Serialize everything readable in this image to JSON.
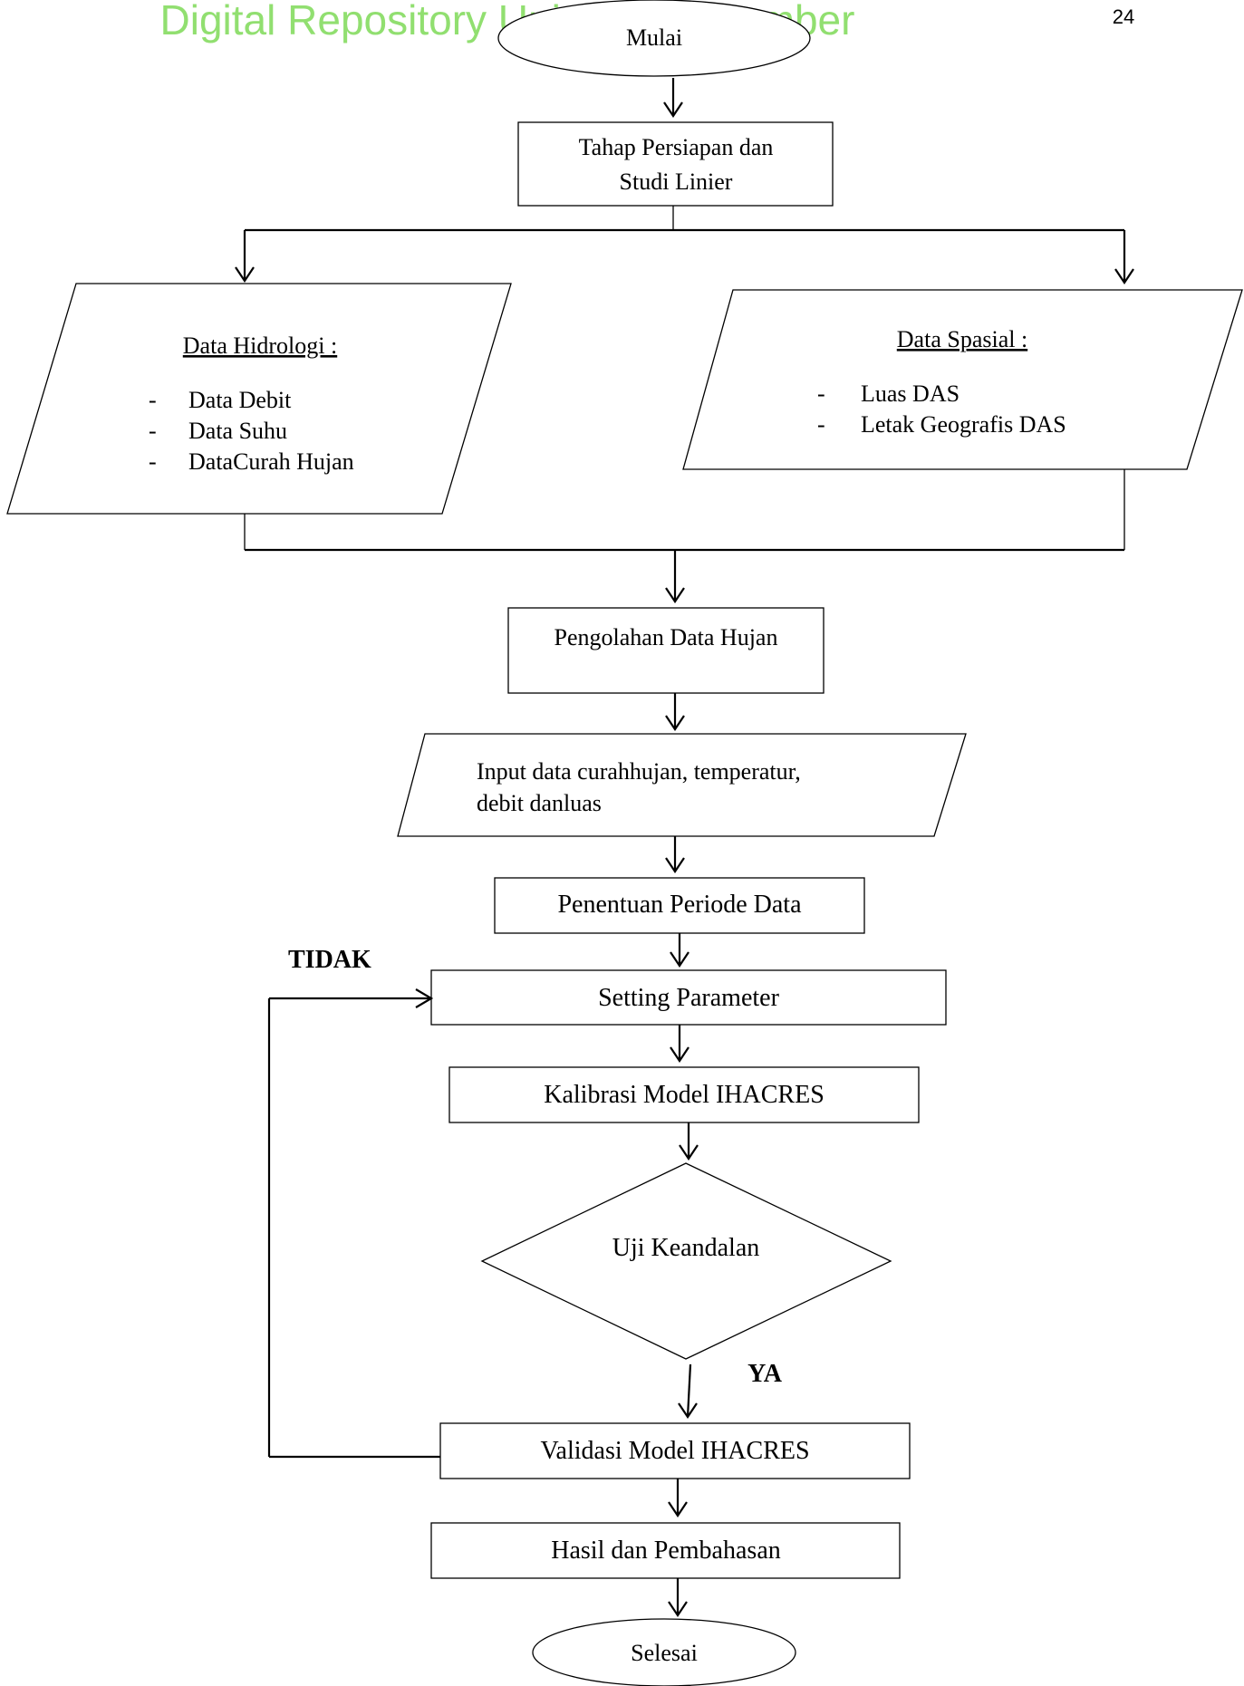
{
  "header": {
    "watermark_text": "Digital Repository Universitas Jember",
    "page_number": "24",
    "watermark_color": "#7ed957"
  },
  "flowchart": {
    "start": "Mulai",
    "prep_line1": "Tahap Persiapan dan",
    "prep_line2": "Studi Linier",
    "hydro_title": "Data Hidrologi :",
    "hydro_items": [
      "Data Debit",
      "Data Suhu",
      "DataCurah Hujan"
    ],
    "spatial_title": "Data Spasial :",
    "spatial_items": [
      "Luas DAS",
      "Letak Geografis DAS"
    ],
    "bullet": "-",
    "rain_processing": "Pengolahan Data Hujan",
    "input_line1": "Input data curahhujan, temperatur,",
    "input_line2": "debit danluas",
    "period": "Penentuan Periode Data",
    "setting": "Setting Parameter",
    "calibration": "Kalibrasi Model IHACRES",
    "decision": "Uji Keandalan",
    "no_label": "TIDAK",
    "yes_label": "YA",
    "validation": "Validasi Model IHACRES",
    "results": "Hasil dan Pembahasan",
    "end": "Selesai"
  }
}
